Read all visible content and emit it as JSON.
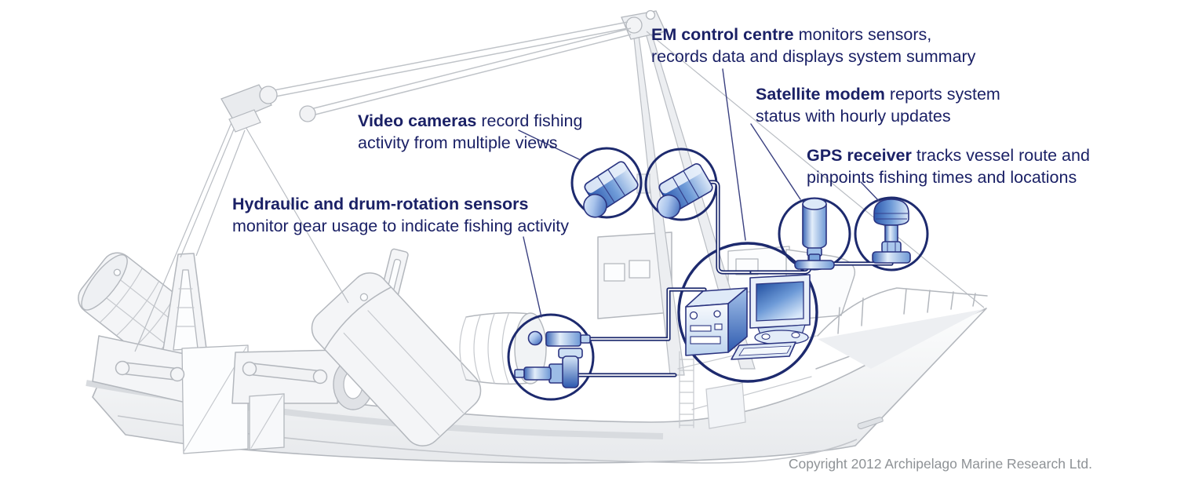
{
  "diagram": {
    "subject": "Electronic monitoring (EM) system on a commercial fishing vessel",
    "labels": {
      "em": {
        "bold": "EM control centre",
        "rest": " monitors sensors,",
        "line2": "records data and displays system summary"
      },
      "modem": {
        "bold": "Satellite modem",
        "rest": " reports system",
        "line2": "status with hourly updates"
      },
      "gps": {
        "bold": "GPS receiver",
        "rest": " tracks vessel route and",
        "line2": "pinpoints fishing times and locations"
      },
      "camera": {
        "bold": "Video cameras",
        "rest": " record fishing",
        "line2": "activity from multiple views"
      },
      "hydraulic": {
        "bold": "Hydraulic and drum-rotation sensors",
        "rest": "",
        "line2": "monitor gear usage to indicate fishing activity"
      }
    },
    "copyright": "Copyright 2012 Archipelago Marine Research Ltd.",
    "icons": [
      "video-camera-icon",
      "video-camera-icon",
      "satellite-modem-icon",
      "gps-receiver-icon",
      "em-control-box-icon",
      "computer-monitor-icon",
      "keyboard-icon",
      "hydraulic-sensor-icon",
      "fishing-vessel-illustration"
    ],
    "colors": {
      "label_navy": "#1b2166",
      "cable_navy": "#1d2a6e",
      "device_blue": "#2c58ae",
      "device_light_blue": "#d9e7f8",
      "boat_line_gray": "#b3b7bd",
      "copyright_gray": "#8e9296",
      "background": "#ffffff"
    }
  }
}
